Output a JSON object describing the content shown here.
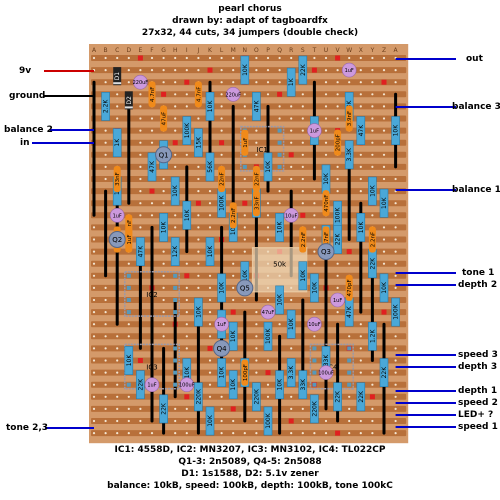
{
  "header": {
    "title": "pearl chorus",
    "credit": "drawn by: adapt of tagboardfx",
    "stats": "27x32, 44 cuts, 34 jumpers (double check)"
  },
  "left_labels": [
    {
      "text": "9v",
      "color": "#cc0000"
    },
    {
      "text": "ground",
      "color": "#000000"
    },
    {
      "text": "balance 2",
      "color": "#0000cc"
    },
    {
      "text": "in",
      "color": "#0000cc"
    },
    {
      "text": "tone 2,3",
      "color": "#0000cc"
    }
  ],
  "right_labels": [
    {
      "text": "out"
    },
    {
      "text": "balance 3"
    },
    {
      "text": "balance 1"
    },
    {
      "text": "tone 1"
    },
    {
      "text": "depth 2"
    },
    {
      "text": "speed 3"
    },
    {
      "text": "depth 3"
    },
    {
      "text": "depth 1"
    },
    {
      "text": "speed 2"
    },
    {
      "text": "LED+ ?"
    },
    {
      "text": "speed 1"
    }
  ],
  "column_letters": "ABCDEFGHIJKLMNOPQRSTUVWXYZA",
  "resistors": [
    "2.2K",
    "1K",
    "47K",
    "10K",
    "10K",
    "10K",
    "10K",
    "1K",
    "10K",
    "100K",
    "100K",
    "10K",
    "47K",
    "10K",
    "10K",
    "1K",
    "22K",
    "10K",
    "10K",
    "100K",
    "3.3K",
    "47K",
    "10K",
    "33K",
    "10K",
    "10K",
    "10K",
    "10K",
    "220K",
    "100K",
    "10K",
    "3.3K",
    "10K",
    "220K",
    "33K",
    "22K",
    "10K",
    "22K",
    "10K",
    "100K",
    "22K",
    "47K",
    "10K",
    "12K",
    "100K",
    "15K",
    "56K",
    "10K",
    "10K",
    "10K",
    "22K",
    "100K",
    "10K",
    "10K",
    "33K",
    "10K",
    "10K",
    "22K",
    "47K",
    "22K",
    "1.2K",
    "10K",
    "10K",
    "10K",
    "22K",
    "22K",
    "10K",
    "220K",
    "10K",
    "10K"
  ],
  "electrolytics": [
    "220uF",
    "220uF",
    "1uF",
    "1uF",
    "1uF",
    "10uF",
    "1uF",
    "10uF",
    "100uF",
    "100uF",
    "1uF",
    "47uF",
    "1uF"
  ],
  "caps": [
    "4.7nF",
    "47uF",
    "4.7nF",
    "33nF",
    "1uF",
    "22nF",
    "33nF",
    "2.2nF",
    "470nF",
    "200pF",
    "3.9nF",
    "4.7nF",
    "4.7nF",
    "2.2nF",
    "4.7nF",
    "2.2nF",
    "470pF",
    "100pF",
    "1uF",
    "22nF"
  ],
  "transistors": [
    "Q1",
    "Q2",
    "Q3",
    "Q4",
    "Q5"
  ],
  "ics": [
    "IC1",
    "IC2",
    "IC3",
    "IC4"
  ],
  "diodes": [
    "D1",
    "D2"
  ],
  "pot_label": "50k",
  "footer": {
    "line1": "IC1: 4558D, IC2: MN3207, IC3: MN3102, IC4: TL022CP",
    "line2": "Q1-3: 2n5089, Q4-5: 2n5088",
    "line3": "D1: 1s1588, D2: 5.1v zener",
    "line4": "balance: 10kB, speed: 100kB, depth: 100kB, tone 100kC"
  },
  "colors": {
    "board": "#d49a6a",
    "strip": "#b8703a",
    "resistor": "#4aa8d8",
    "ceramic": "#f08a1a",
    "electrolytic": "#cc99dd",
    "cut": "#e02020",
    "jumper": "#000000",
    "wire_in": "#0000cc",
    "wire_power": "#cc0000",
    "ic_socket": "#9999aa"
  }
}
